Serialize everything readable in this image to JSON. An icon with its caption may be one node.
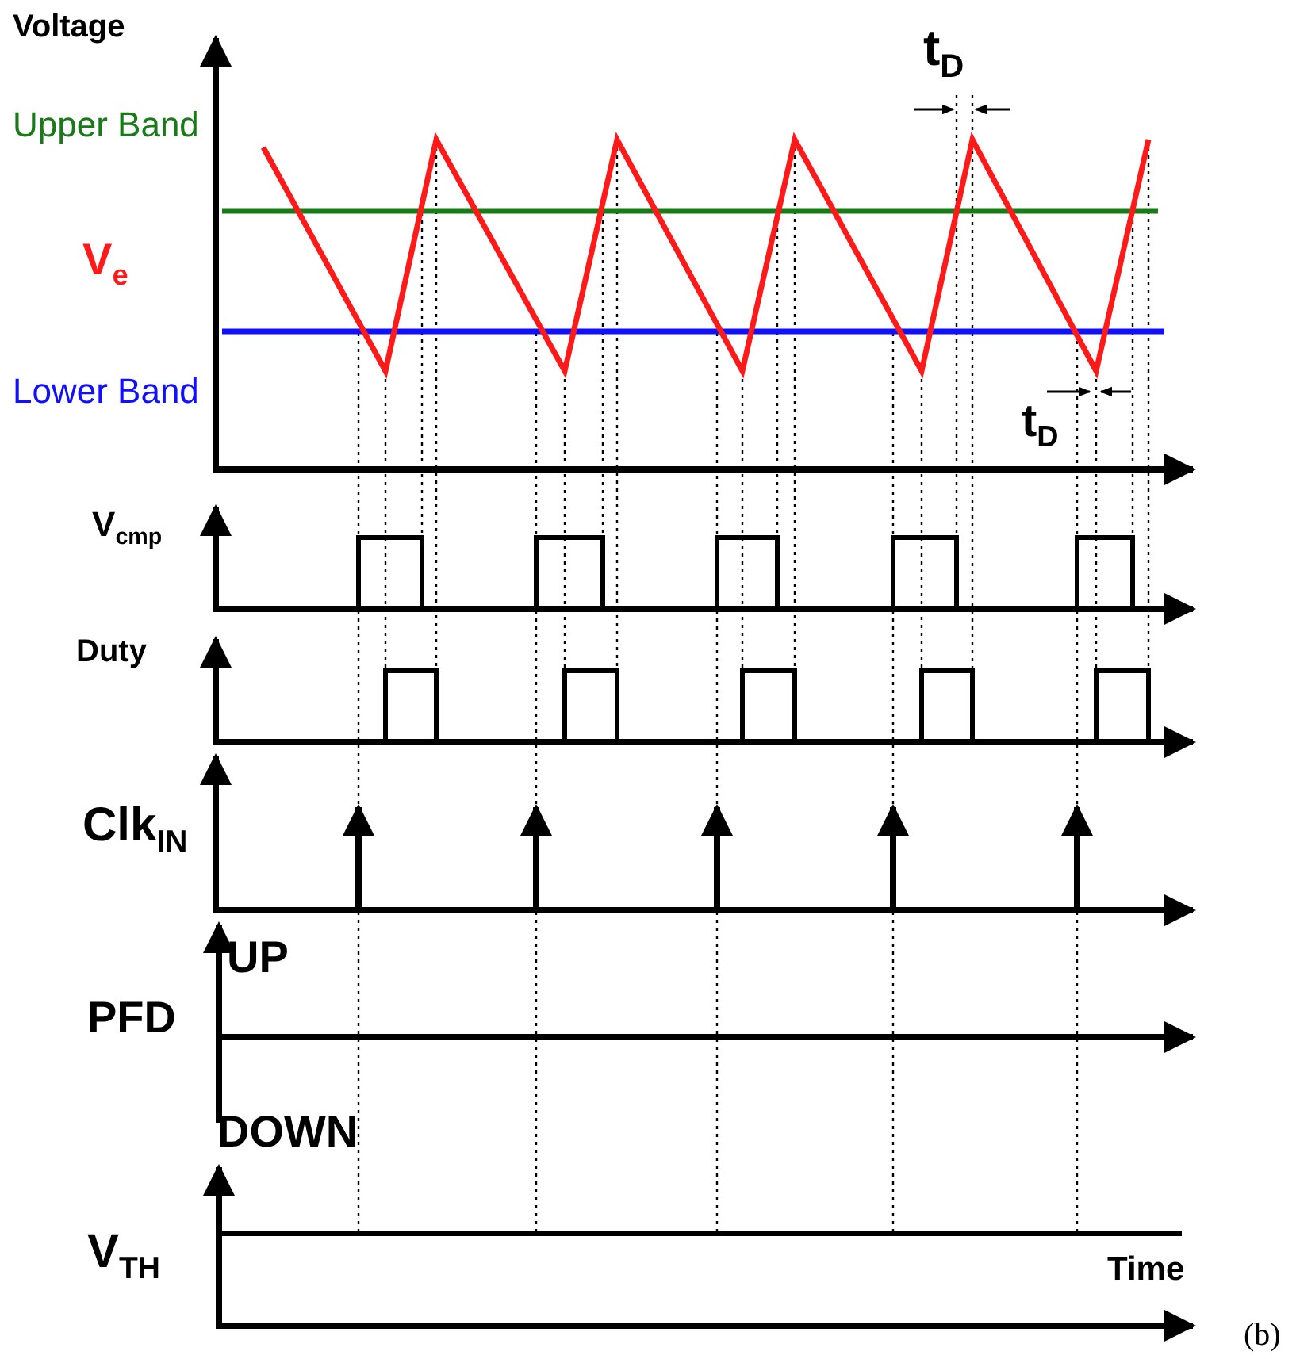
{
  "diagram": {
    "labels": [
      "Voltage",
      "t$_{D}$",
      "Upper Band",
      "V$_{e}$",
      "Lower Band",
      "t$_{D}$",
      "V$_{cmp}$",
      "Duty",
      "Clk$_{IN}$",
      "UP",
      "PFD",
      "DOWN",
      "V$_{TH}$",
      "Time",
      "(b)"
    ]
  }
}
